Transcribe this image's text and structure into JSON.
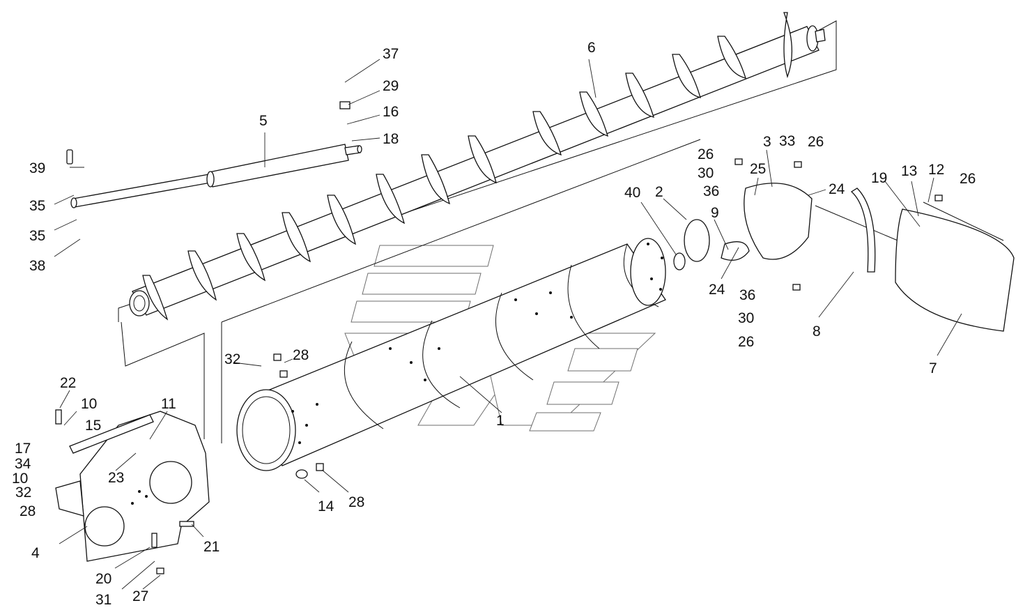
{
  "diagram": {
    "callouts": [
      {
        "id": "c1",
        "text": "1"
      },
      {
        "id": "c2",
        "text": "2"
      },
      {
        "id": "c3",
        "text": "3"
      },
      {
        "id": "c4",
        "text": "4"
      },
      {
        "id": "c5",
        "text": "5"
      },
      {
        "id": "c6",
        "text": "6"
      },
      {
        "id": "c7",
        "text": "7"
      },
      {
        "id": "c8",
        "text": "8"
      },
      {
        "id": "c9",
        "text": "9"
      },
      {
        "id": "c10a",
        "text": "10"
      },
      {
        "id": "c10b",
        "text": "10"
      },
      {
        "id": "c11",
        "text": "11"
      },
      {
        "id": "c12",
        "text": "12"
      },
      {
        "id": "c13",
        "text": "13"
      },
      {
        "id": "c14",
        "text": "14"
      },
      {
        "id": "c15",
        "text": "15"
      },
      {
        "id": "c16",
        "text": "16"
      },
      {
        "id": "c17",
        "text": "17"
      },
      {
        "id": "c18",
        "text": "18"
      },
      {
        "id": "c19",
        "text": "19"
      },
      {
        "id": "c20",
        "text": "20"
      },
      {
        "id": "c21",
        "text": "21"
      },
      {
        "id": "c22",
        "text": "22"
      },
      {
        "id": "c23",
        "text": "23"
      },
      {
        "id": "c24a",
        "text": "24"
      },
      {
        "id": "c24b",
        "text": "24"
      },
      {
        "id": "c25",
        "text": "25"
      },
      {
        "id": "c26a",
        "text": "26"
      },
      {
        "id": "c26b",
        "text": "26"
      },
      {
        "id": "c26c",
        "text": "26"
      },
      {
        "id": "c26d",
        "text": "26"
      },
      {
        "id": "c27",
        "text": "27"
      },
      {
        "id": "c28a",
        "text": "28"
      },
      {
        "id": "c28b",
        "text": "28"
      },
      {
        "id": "c28c",
        "text": "28"
      },
      {
        "id": "c29",
        "text": "29"
      },
      {
        "id": "c30a",
        "text": "30"
      },
      {
        "id": "c30b",
        "text": "30"
      },
      {
        "id": "c31",
        "text": "31"
      },
      {
        "id": "c32a",
        "text": "32"
      },
      {
        "id": "c32b",
        "text": "32"
      },
      {
        "id": "c33",
        "text": "33"
      },
      {
        "id": "c34",
        "text": "34"
      },
      {
        "id": "c35a",
        "text": "35"
      },
      {
        "id": "c35b",
        "text": "35"
      },
      {
        "id": "c36a",
        "text": "36"
      },
      {
        "id": "c36b",
        "text": "36"
      },
      {
        "id": "c37",
        "text": "37"
      },
      {
        "id": "c38",
        "text": "38"
      },
      {
        "id": "c39",
        "text": "39"
      },
      {
        "id": "c40",
        "text": "40"
      }
    ]
  }
}
